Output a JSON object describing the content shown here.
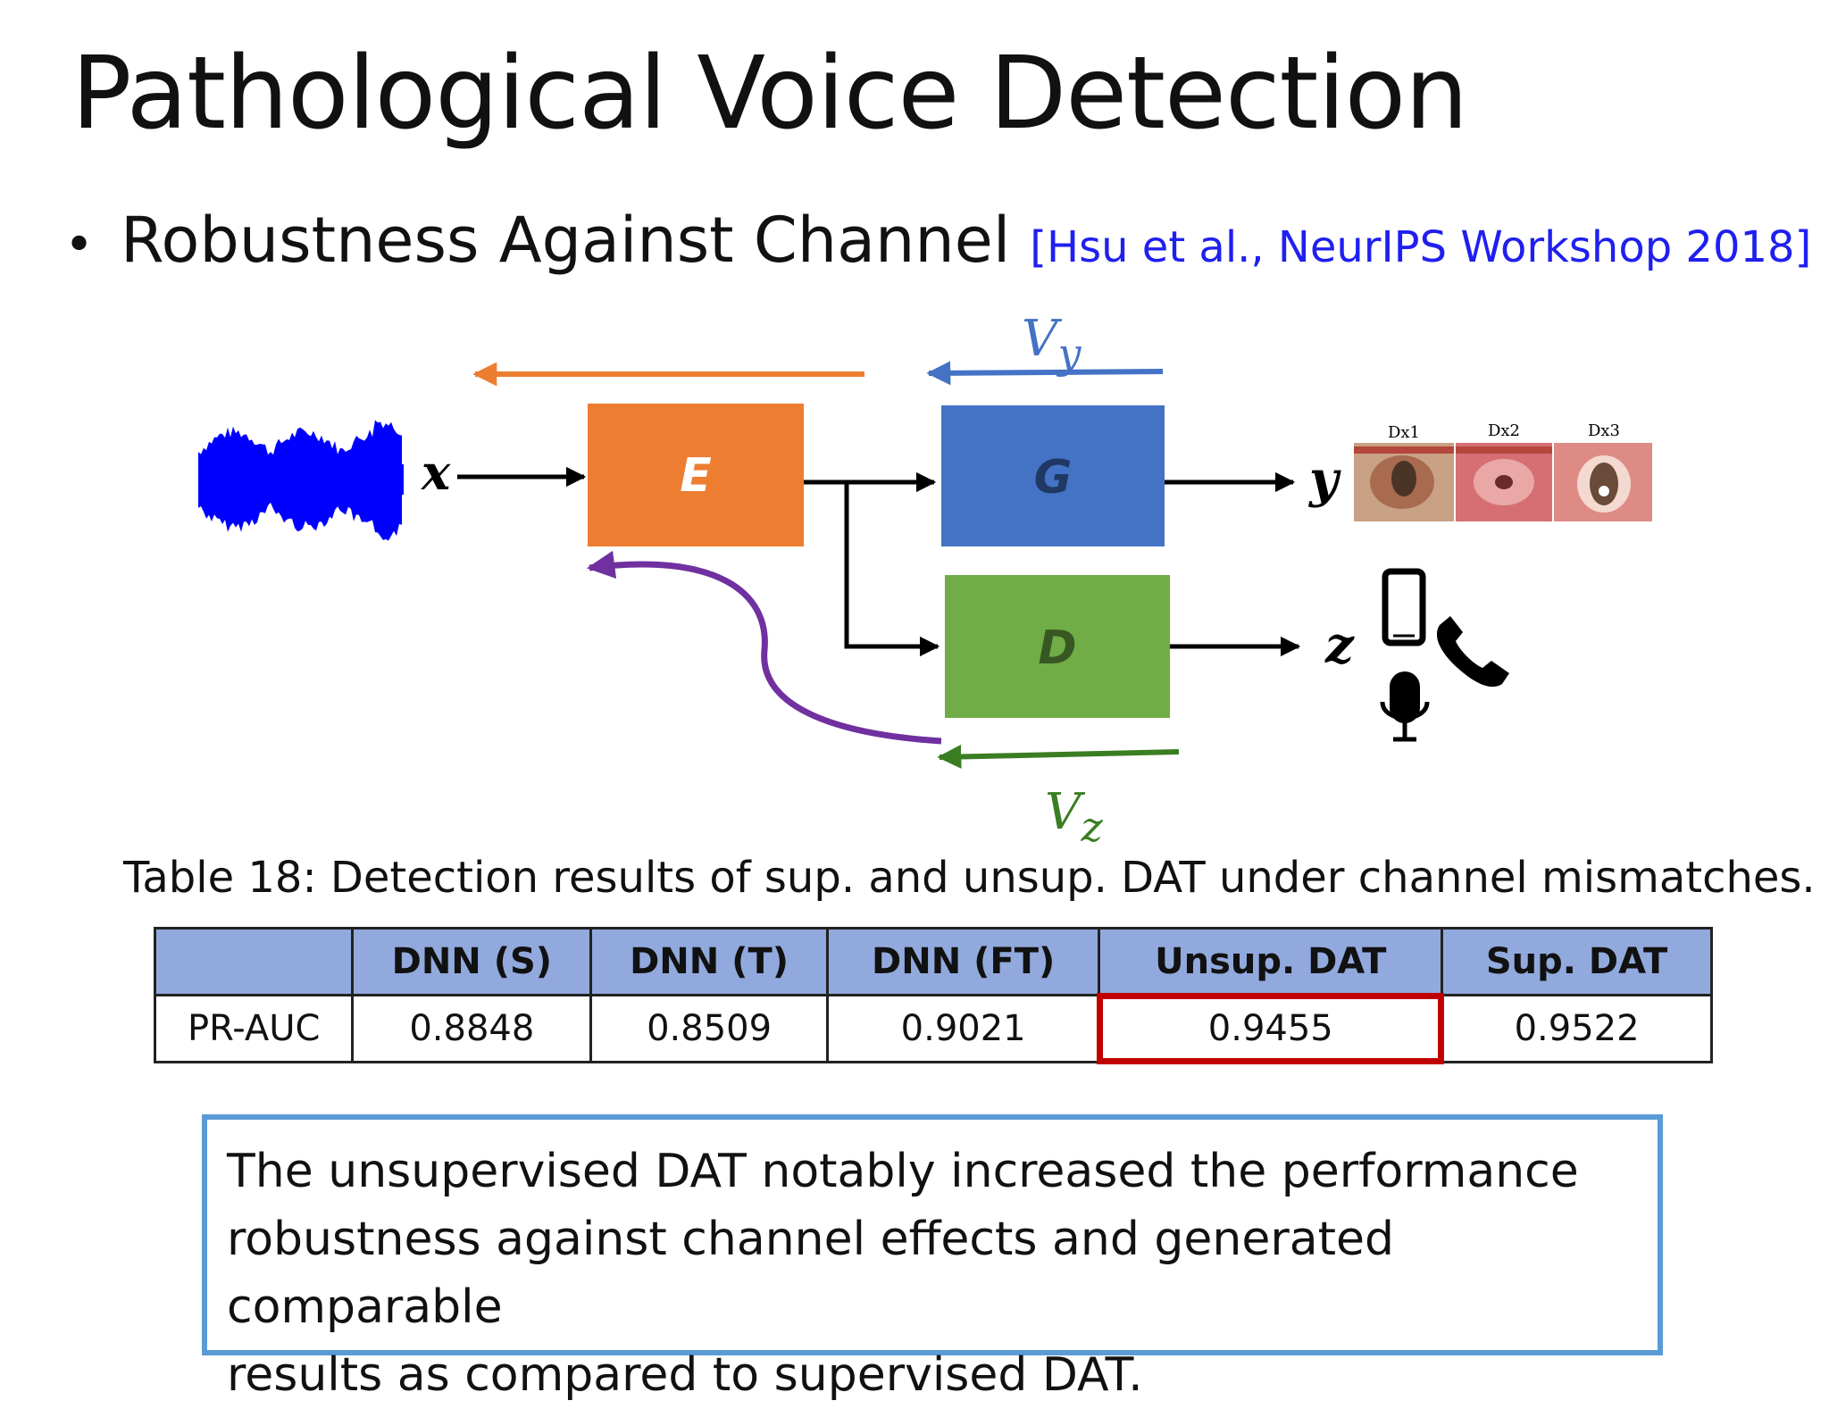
{
  "slide": {
    "title": "Pathological Voice Detection",
    "bullet": "Robustness Against Channel",
    "citation": "[Hsu et al., NeurIPS Workshop 2018]"
  },
  "diagram": {
    "input_label": "x",
    "encoder_label": "E",
    "generator_label": "G",
    "discriminator_label": "D",
    "output_y_label": "y",
    "output_z_label": "z",
    "vy_base": "V",
    "vy_sub": "y",
    "vz_base": "V",
    "vz_sub": "z",
    "dx_labels": [
      "Dx1",
      "Dx2",
      "Dx3"
    ],
    "colors": {
      "encoder": "#ed7d31",
      "generator": "#4472c4",
      "discriminator": "#70ad47",
      "waveform": "#0000ff",
      "reverse_arrow": "#7030a0",
      "vz_arrow": "#3a7d22"
    },
    "icons": [
      "smartphone-icon",
      "phone-handset-icon",
      "microphone-icon"
    ]
  },
  "table": {
    "caption": "Table 18: Detection results of sup. and unsup. DAT under channel mismatches.",
    "headers": [
      "",
      "DNN (S)",
      "DNN (T)",
      "DNN (FT)",
      "Unsup. DAT",
      "Sup. DAT"
    ],
    "row_label": "PR-AUC",
    "values": [
      "0.8848",
      "0.8509",
      "0.9021",
      "0.9455",
      "0.9522"
    ],
    "highlight_color": "#c00000"
  },
  "conclusion": {
    "lines": [
      "The unsupervised DAT notably increased the performance",
      "robustness against channel effects and generated comparable",
      "results as compared to supervised DAT."
    ]
  }
}
